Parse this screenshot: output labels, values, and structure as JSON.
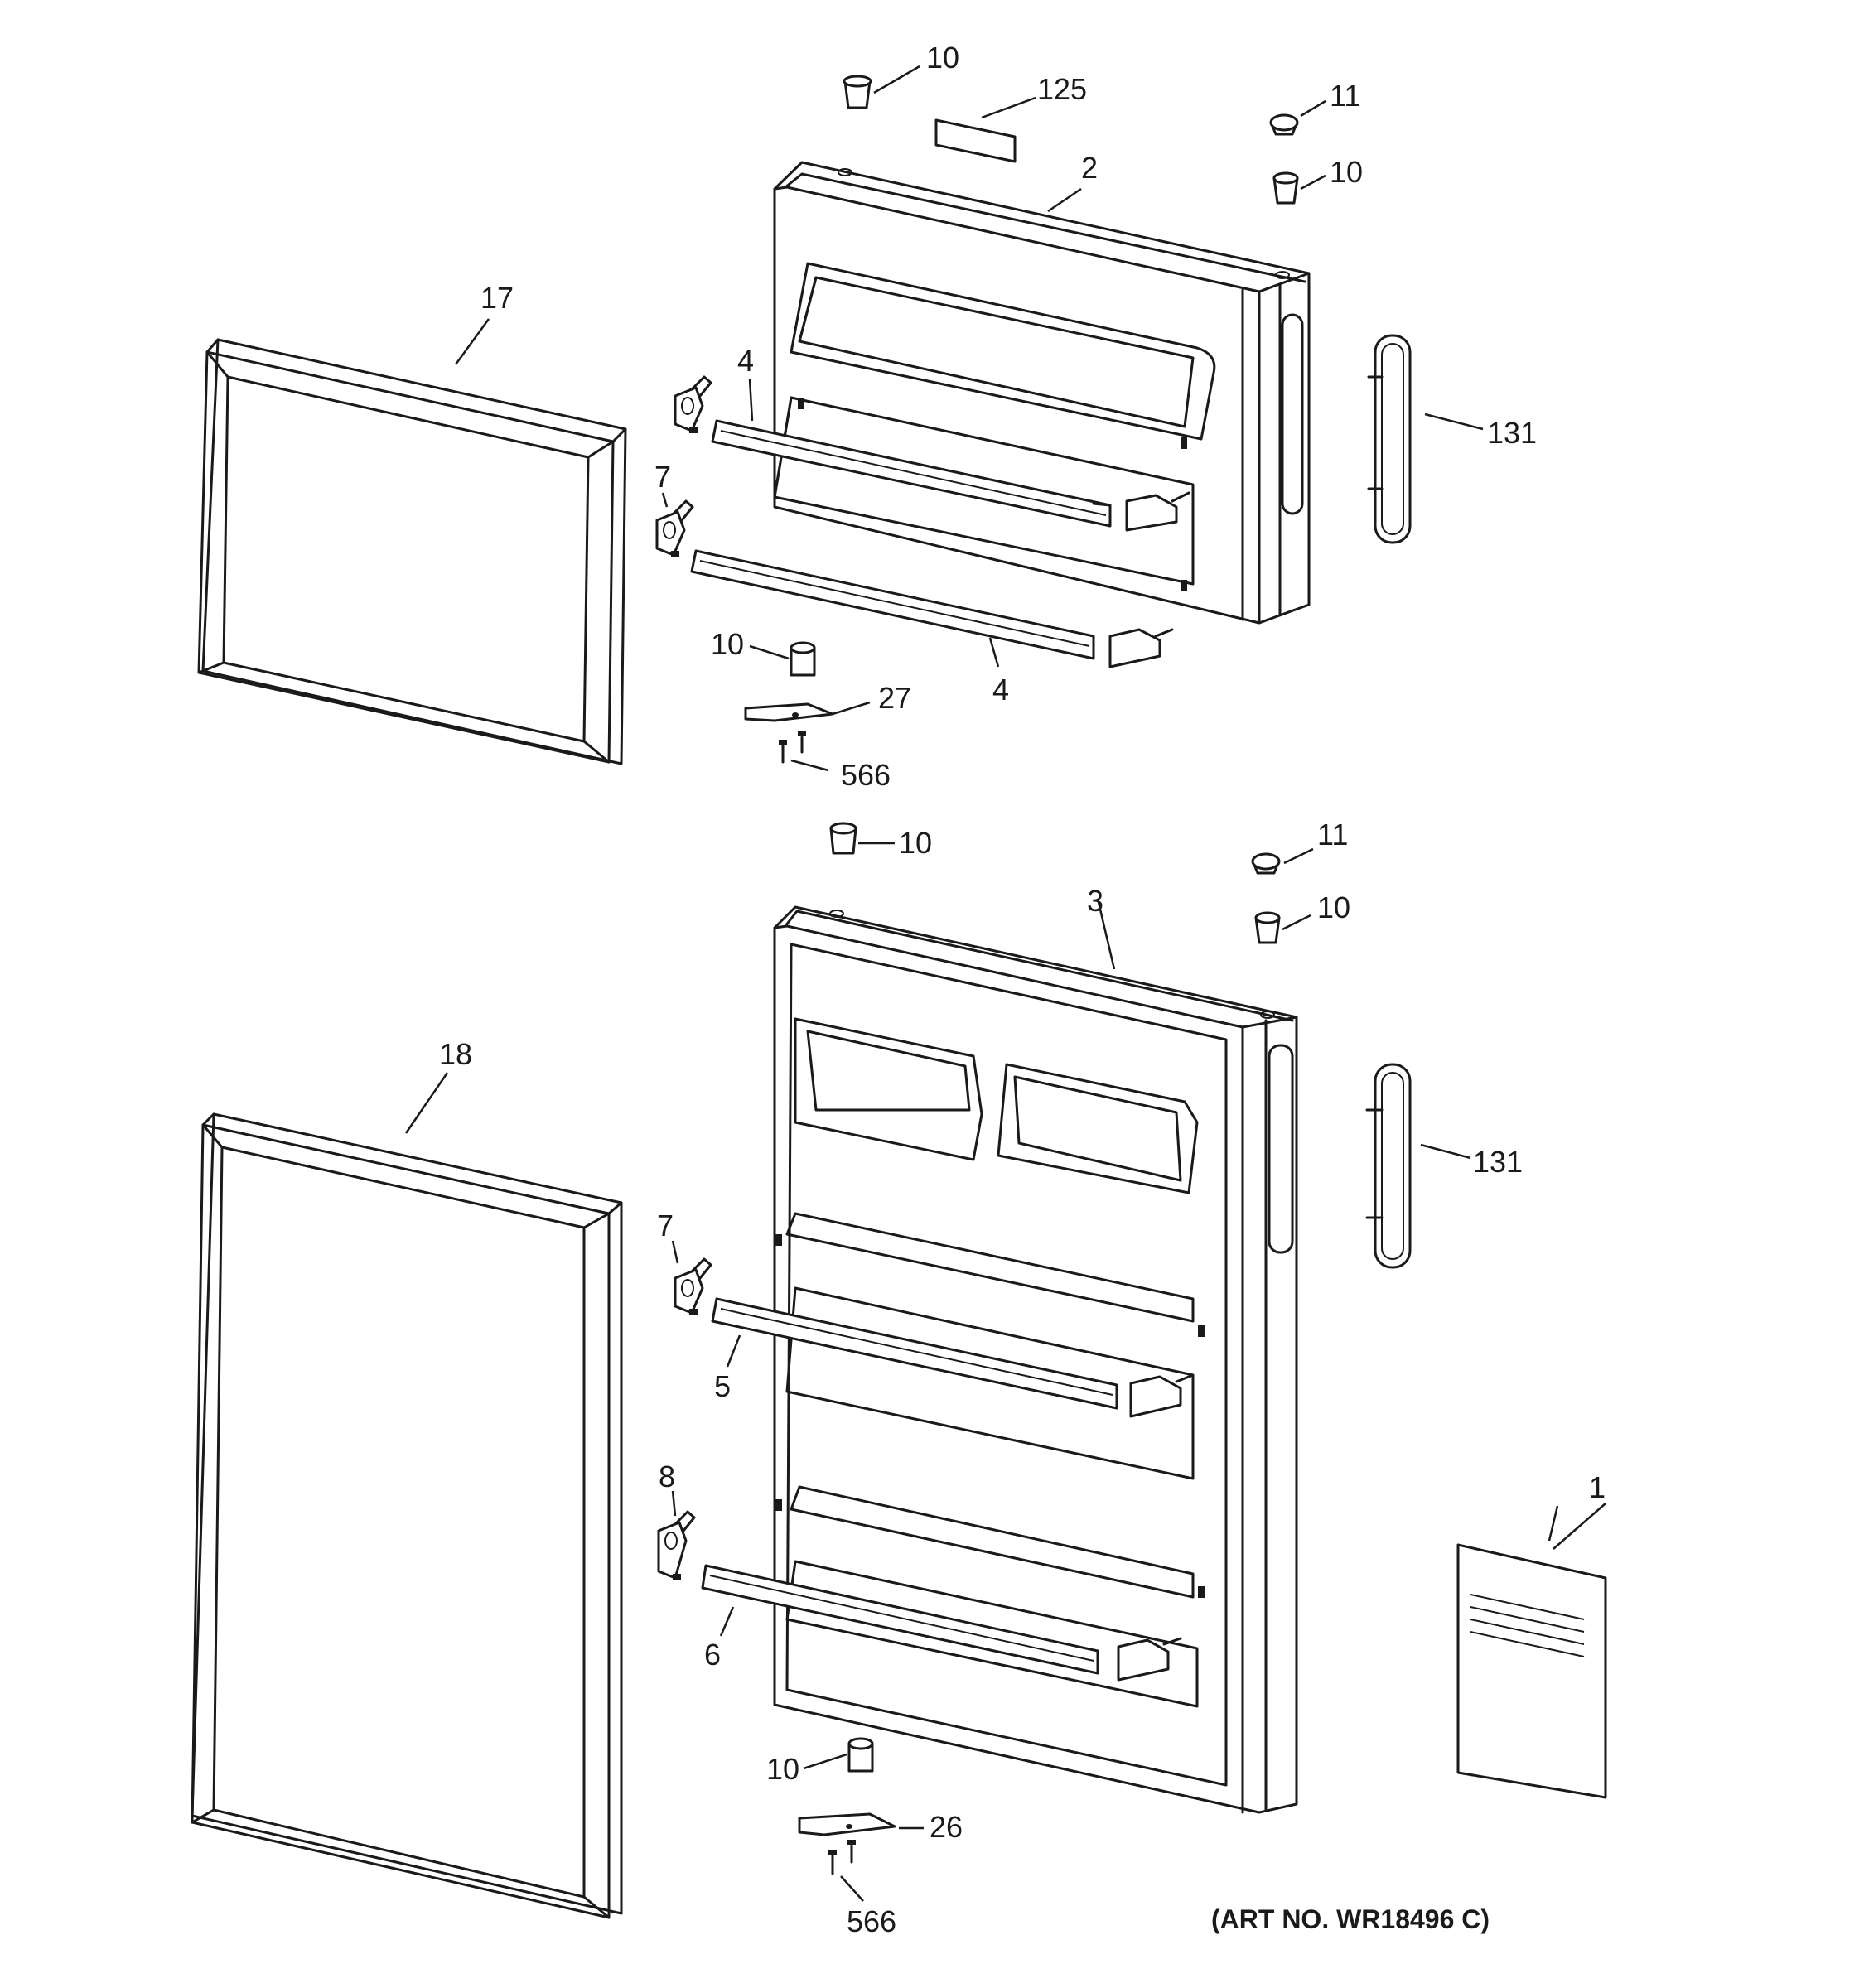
{
  "diagram": {
    "art_number": "(ART NO. WR18496 C)",
    "callouts": {
      "p10_top": "10",
      "p125": "125",
      "p11_top": "11",
      "p10_topright": "10",
      "p2": "2",
      "p17": "17",
      "p4_upper": "4",
      "p7_upper": "7",
      "p131_upper": "131",
      "p10_freezer_bottom": "10",
      "p4_lower": "4",
      "p27": "27",
      "p566_upper": "566",
      "p10_mid": "10",
      "p11_mid": "11",
      "p10_midright": "10",
      "p3": "3",
      "p18": "18",
      "p131_lower": "131",
      "p7_lower": "7",
      "p5": "5",
      "p8": "8",
      "p6": "6",
      "p1": "1",
      "p10_fresh_bottom": "10",
      "p26": "26",
      "p566_lower": "566"
    }
  }
}
